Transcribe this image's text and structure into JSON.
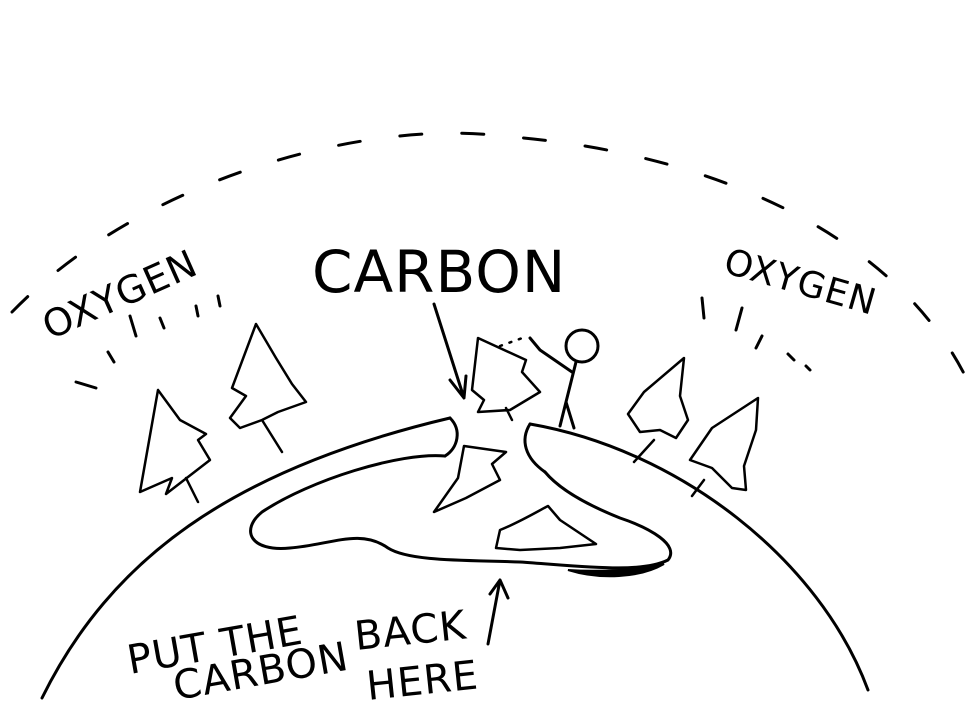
{
  "labels": {
    "oxygen_left": "OXYGEN",
    "carbon": "CARBON",
    "oxygen_right": "OXYGEN",
    "put_back_line1": "PUT THE",
    "put_back_line2": "CARBON",
    "put_back_line3": "BACK",
    "put_back_line4": "HERE"
  },
  "colors": {
    "ink": "#000000",
    "background": "#ffffff"
  }
}
